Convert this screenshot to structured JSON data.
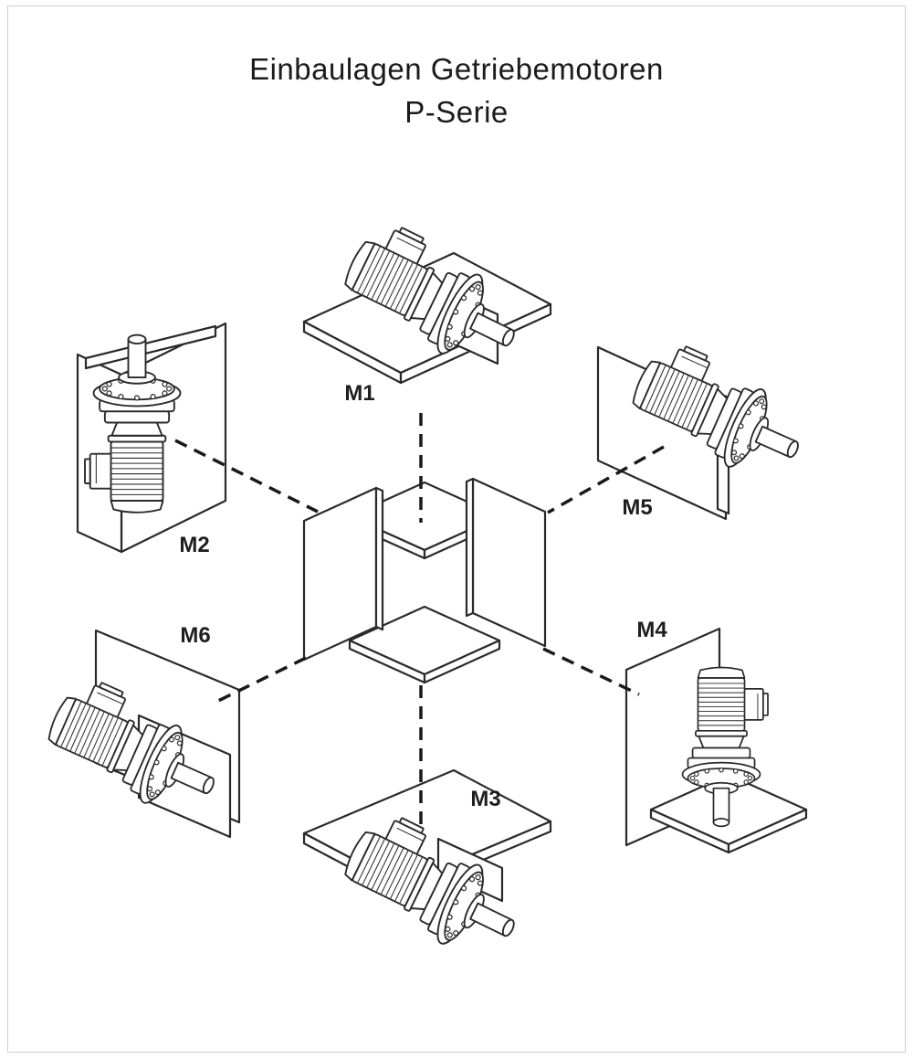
{
  "title": {
    "line1": "Einbaulagen Getriebemotoren",
    "line2": "P-Serie"
  },
  "positions": {
    "m1": "M1",
    "m2": "M2",
    "m3": "M3",
    "m4": "M4",
    "m5": "M5",
    "m6": "M6"
  },
  "colors": {
    "ink": "#2a2a2a",
    "paper": "#ffffff",
    "frame": "#cfcfcf"
  }
}
